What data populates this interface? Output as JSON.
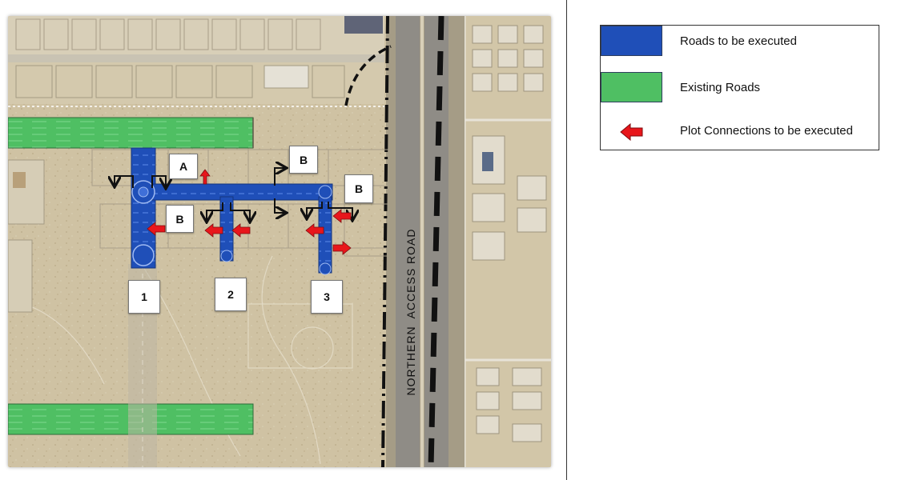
{
  "map": {
    "zone_labels": {
      "a": "A",
      "b1": "B",
      "b2": "B",
      "b3": "B",
      "plot1": "1",
      "plot2": "2",
      "plot3": "3"
    },
    "road_label": "NORTHERN  ACCESS ROAD"
  },
  "legend": {
    "items": [
      {
        "label": "Roads to be executed",
        "color": "#1f4fb8",
        "kind": "swatch"
      },
      {
        "label": "Existing Roads",
        "color": "#4fbf63",
        "kind": "swatch"
      },
      {
        "label": "Plot Connections to be executed",
        "color": "#e8161b",
        "kind": "arrow",
        "icon": "red-arrow-left-icon"
      }
    ]
  },
  "colors": {
    "proposed_road": "#1f4fb8",
    "existing_road": "#4fbf63",
    "plot_connection": "#e8161b",
    "desert_ground": "#cdbf9e"
  }
}
